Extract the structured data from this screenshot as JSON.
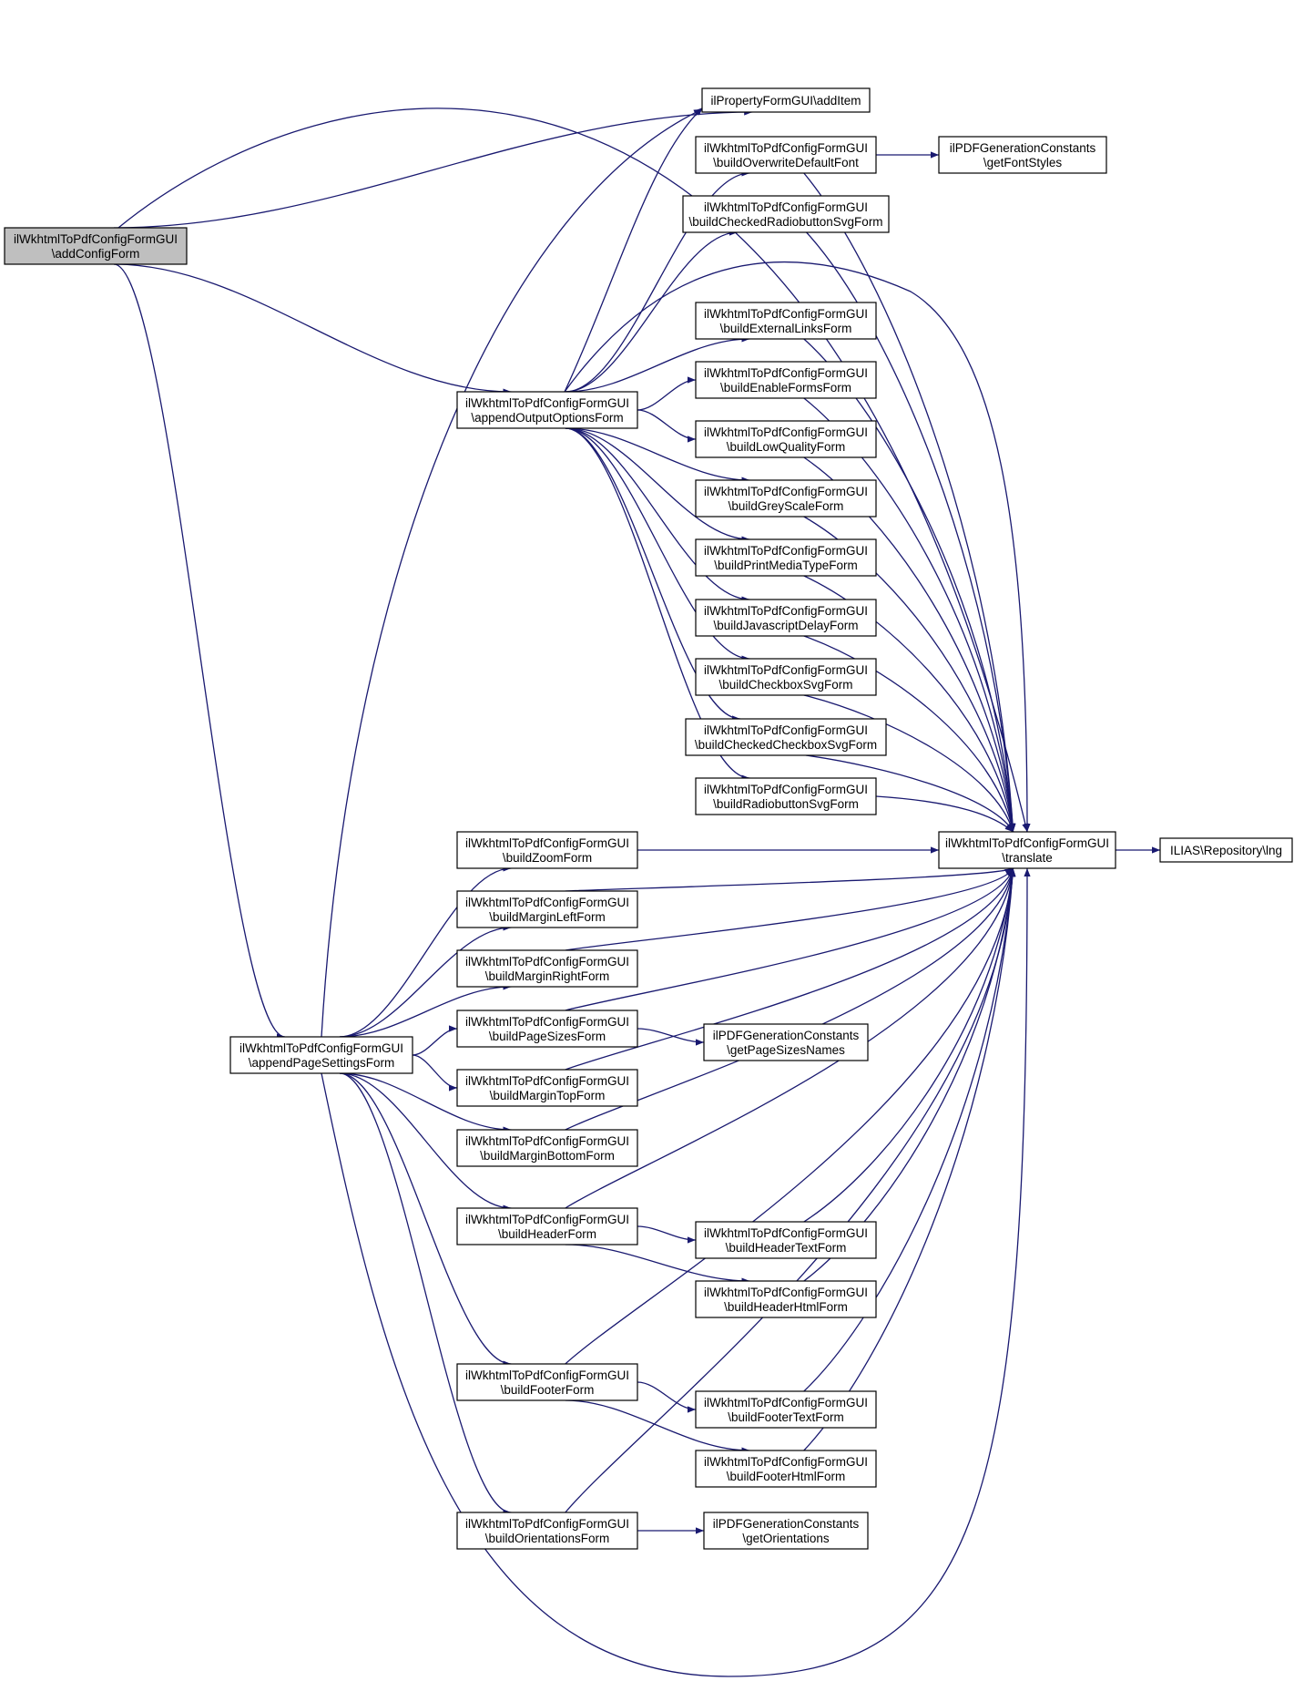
{
  "diagram": {
    "nodes": [
      {
        "id": "addConfigForm",
        "lines": [
          "ilWkhtmlToPdfConfigFormGUI",
          "\\addConfigForm"
        ],
        "highlighted": true
      },
      {
        "id": "addItem",
        "lines": [
          "ilPropertyFormGUI\\addItem"
        ]
      },
      {
        "id": "appendOutputOptionsForm",
        "lines": [
          "ilWkhtmlToPdfConfigFormGUI",
          "\\appendOutputOptionsForm"
        ]
      },
      {
        "id": "appendPageSettingsForm",
        "lines": [
          "ilWkhtmlToPdfConfigFormGUI",
          "\\appendPageSettingsForm"
        ]
      },
      {
        "id": "translate",
        "lines": [
          "ilWkhtmlToPdfConfigFormGUI",
          "\\translate"
        ]
      },
      {
        "id": "lng",
        "lines": [
          "ILIAS\\Repository\\lng"
        ]
      },
      {
        "id": "getFontStyles",
        "lines": [
          "ilPDFGenerationConstants",
          "\\getFontStyles"
        ]
      },
      {
        "id": "getPageSizesNames",
        "lines": [
          "ilPDFGenerationConstants",
          "\\getPageSizesNames"
        ]
      },
      {
        "id": "getOrientations",
        "lines": [
          "ilPDFGenerationConstants",
          "\\getOrientations"
        ]
      },
      {
        "id": "buildOverwriteDefaultFont",
        "lines": [
          "ilWkhtmlToPdfConfigFormGUI",
          "\\buildOverwriteDefaultFont"
        ]
      },
      {
        "id": "buildCheckedRadiobuttonSvgForm",
        "lines": [
          "ilWkhtmlToPdfConfigFormGUI",
          "\\buildCheckedRadiobuttonSvgForm"
        ]
      },
      {
        "id": "buildExternalLinksForm",
        "lines": [
          "ilWkhtmlToPdfConfigFormGUI",
          "\\buildExternalLinksForm"
        ]
      },
      {
        "id": "buildEnableFormsForm",
        "lines": [
          "ilWkhtmlToPdfConfigFormGUI",
          "\\buildEnableFormsForm"
        ]
      },
      {
        "id": "buildLowQualityForm",
        "lines": [
          "ilWkhtmlToPdfConfigFormGUI",
          "\\buildLowQualityForm"
        ]
      },
      {
        "id": "buildGreyScaleForm",
        "lines": [
          "ilWkhtmlToPdfConfigFormGUI",
          "\\buildGreyScaleForm"
        ]
      },
      {
        "id": "buildPrintMediaTypeForm",
        "lines": [
          "ilWkhtmlToPdfConfigFormGUI",
          "\\buildPrintMediaTypeForm"
        ]
      },
      {
        "id": "buildJavascriptDelayForm",
        "lines": [
          "ilWkhtmlToPdfConfigFormGUI",
          "\\buildJavascriptDelayForm"
        ]
      },
      {
        "id": "buildCheckboxSvgForm",
        "lines": [
          "ilWkhtmlToPdfConfigFormGUI",
          "\\buildCheckboxSvgForm"
        ]
      },
      {
        "id": "buildCheckedCheckboxSvgForm",
        "lines": [
          "ilWkhtmlToPdfConfigFormGUI",
          "\\buildCheckedCheckboxSvgForm"
        ]
      },
      {
        "id": "buildRadiobuttonSvgForm",
        "lines": [
          "ilWkhtmlToPdfConfigFormGUI",
          "\\buildRadiobuttonSvgForm"
        ]
      },
      {
        "id": "buildZoomForm",
        "lines": [
          "ilWkhtmlToPdfConfigFormGUI",
          "\\buildZoomForm"
        ]
      },
      {
        "id": "buildMarginLeftForm",
        "lines": [
          "ilWkhtmlToPdfConfigFormGUI",
          "\\buildMarginLeftForm"
        ]
      },
      {
        "id": "buildMarginRightForm",
        "lines": [
          "ilWkhtmlToPdfConfigFormGUI",
          "\\buildMarginRightForm"
        ]
      },
      {
        "id": "buildPageSizesForm",
        "lines": [
          "ilWkhtmlToPdfConfigFormGUI",
          "\\buildPageSizesForm"
        ]
      },
      {
        "id": "buildMarginTopForm",
        "lines": [
          "ilWkhtmlToPdfConfigFormGUI",
          "\\buildMarginTopForm"
        ]
      },
      {
        "id": "buildMarginBottomForm",
        "lines": [
          "ilWkhtmlToPdfConfigFormGUI",
          "\\buildMarginBottomForm"
        ]
      },
      {
        "id": "buildHeaderForm",
        "lines": [
          "ilWkhtmlToPdfConfigFormGUI",
          "\\buildHeaderForm"
        ]
      },
      {
        "id": "buildHeaderTextForm",
        "lines": [
          "ilWkhtmlToPdfConfigFormGUI",
          "\\buildHeaderTextForm"
        ]
      },
      {
        "id": "buildHeaderHtmlForm",
        "lines": [
          "ilWkhtmlToPdfConfigFormGUI",
          "\\buildHeaderHtmlForm"
        ]
      },
      {
        "id": "buildFooterForm",
        "lines": [
          "ilWkhtmlToPdfConfigFormGUI",
          "\\buildFooterForm"
        ]
      },
      {
        "id": "buildFooterTextForm",
        "lines": [
          "ilWkhtmlToPdfConfigFormGUI",
          "\\buildFooterTextForm"
        ]
      },
      {
        "id": "buildFooterHtmlForm",
        "lines": [
          "ilWkhtmlToPdfConfigFormGUI",
          "\\buildFooterHtmlForm"
        ]
      },
      {
        "id": "buildOrientationsForm",
        "lines": [
          "ilWkhtmlToPdfConfigFormGUI",
          "\\buildOrientationsForm"
        ]
      }
    ],
    "edges": [
      [
        "addConfigForm",
        "addItem"
      ],
      [
        "addConfigForm",
        "appendOutputOptionsForm"
      ],
      [
        "addConfigForm",
        "appendPageSettingsForm"
      ],
      [
        "addConfigForm",
        "translate"
      ],
      [
        "appendOutputOptionsForm",
        "addItem"
      ],
      [
        "appendOutputOptionsForm",
        "buildOverwriteDefaultFont"
      ],
      [
        "appendOutputOptionsForm",
        "buildCheckedRadiobuttonSvgForm"
      ],
      [
        "appendOutputOptionsForm",
        "translate"
      ],
      [
        "appendOutputOptionsForm",
        "buildExternalLinksForm"
      ],
      [
        "appendOutputOptionsForm",
        "buildEnableFormsForm"
      ],
      [
        "appendOutputOptionsForm",
        "buildLowQualityForm"
      ],
      [
        "appendOutputOptionsForm",
        "buildGreyScaleForm"
      ],
      [
        "appendOutputOptionsForm",
        "buildPrintMediaTypeForm"
      ],
      [
        "appendOutputOptionsForm",
        "buildJavascriptDelayForm"
      ],
      [
        "appendOutputOptionsForm",
        "buildCheckboxSvgForm"
      ],
      [
        "appendOutputOptionsForm",
        "buildCheckedCheckboxSvgForm"
      ],
      [
        "appendOutputOptionsForm",
        "buildRadiobuttonSvgForm"
      ],
      [
        "buildOverwriteDefaultFont",
        "getFontStyles"
      ],
      [
        "buildOverwriteDefaultFont",
        "translate"
      ],
      [
        "buildCheckedRadiobuttonSvgForm",
        "translate"
      ],
      [
        "buildExternalLinksForm",
        "translate"
      ],
      [
        "buildEnableFormsForm",
        "translate"
      ],
      [
        "buildLowQualityForm",
        "translate"
      ],
      [
        "buildGreyScaleForm",
        "translate"
      ],
      [
        "buildPrintMediaTypeForm",
        "translate"
      ],
      [
        "buildJavascriptDelayForm",
        "translate"
      ],
      [
        "buildCheckboxSvgForm",
        "translate"
      ],
      [
        "buildCheckedCheckboxSvgForm",
        "translate"
      ],
      [
        "buildRadiobuttonSvgForm",
        "translate"
      ],
      [
        "translate",
        "lng"
      ],
      [
        "appendPageSettingsForm",
        "addItem"
      ],
      [
        "appendPageSettingsForm",
        "buildZoomForm"
      ],
      [
        "appendPageSettingsForm",
        "buildMarginLeftForm"
      ],
      [
        "appendPageSettingsForm",
        "buildMarginRightForm"
      ],
      [
        "appendPageSettingsForm",
        "buildPageSizesForm"
      ],
      [
        "appendPageSettingsForm",
        "buildMarginTopForm"
      ],
      [
        "appendPageSettingsForm",
        "buildMarginBottomForm"
      ],
      [
        "appendPageSettingsForm",
        "buildHeaderForm"
      ],
      [
        "appendPageSettingsForm",
        "buildFooterForm"
      ],
      [
        "appendPageSettingsForm",
        "buildOrientationsForm"
      ],
      [
        "appendPageSettingsForm",
        "translate"
      ],
      [
        "buildZoomForm",
        "translate"
      ],
      [
        "buildMarginLeftForm",
        "translate"
      ],
      [
        "buildMarginRightForm",
        "translate"
      ],
      [
        "buildPageSizesForm",
        "translate"
      ],
      [
        "buildPageSizesForm",
        "getPageSizesNames"
      ],
      [
        "buildMarginTopForm",
        "translate"
      ],
      [
        "buildMarginBottomForm",
        "translate"
      ],
      [
        "buildHeaderForm",
        "translate"
      ],
      [
        "buildHeaderForm",
        "buildHeaderTextForm"
      ],
      [
        "buildHeaderForm",
        "buildHeaderHtmlForm"
      ],
      [
        "buildHeaderTextForm",
        "translate"
      ],
      [
        "buildHeaderHtmlForm",
        "translate"
      ],
      [
        "buildFooterForm",
        "translate"
      ],
      [
        "buildFooterForm",
        "buildFooterTextForm"
      ],
      [
        "buildFooterForm",
        "buildFooterHtmlForm"
      ],
      [
        "buildFooterTextForm",
        "translate"
      ],
      [
        "buildFooterHtmlForm",
        "translate"
      ],
      [
        "buildOrientationsForm",
        "getOrientations"
      ],
      [
        "buildOrientationsForm",
        "translate"
      ]
    ]
  }
}
